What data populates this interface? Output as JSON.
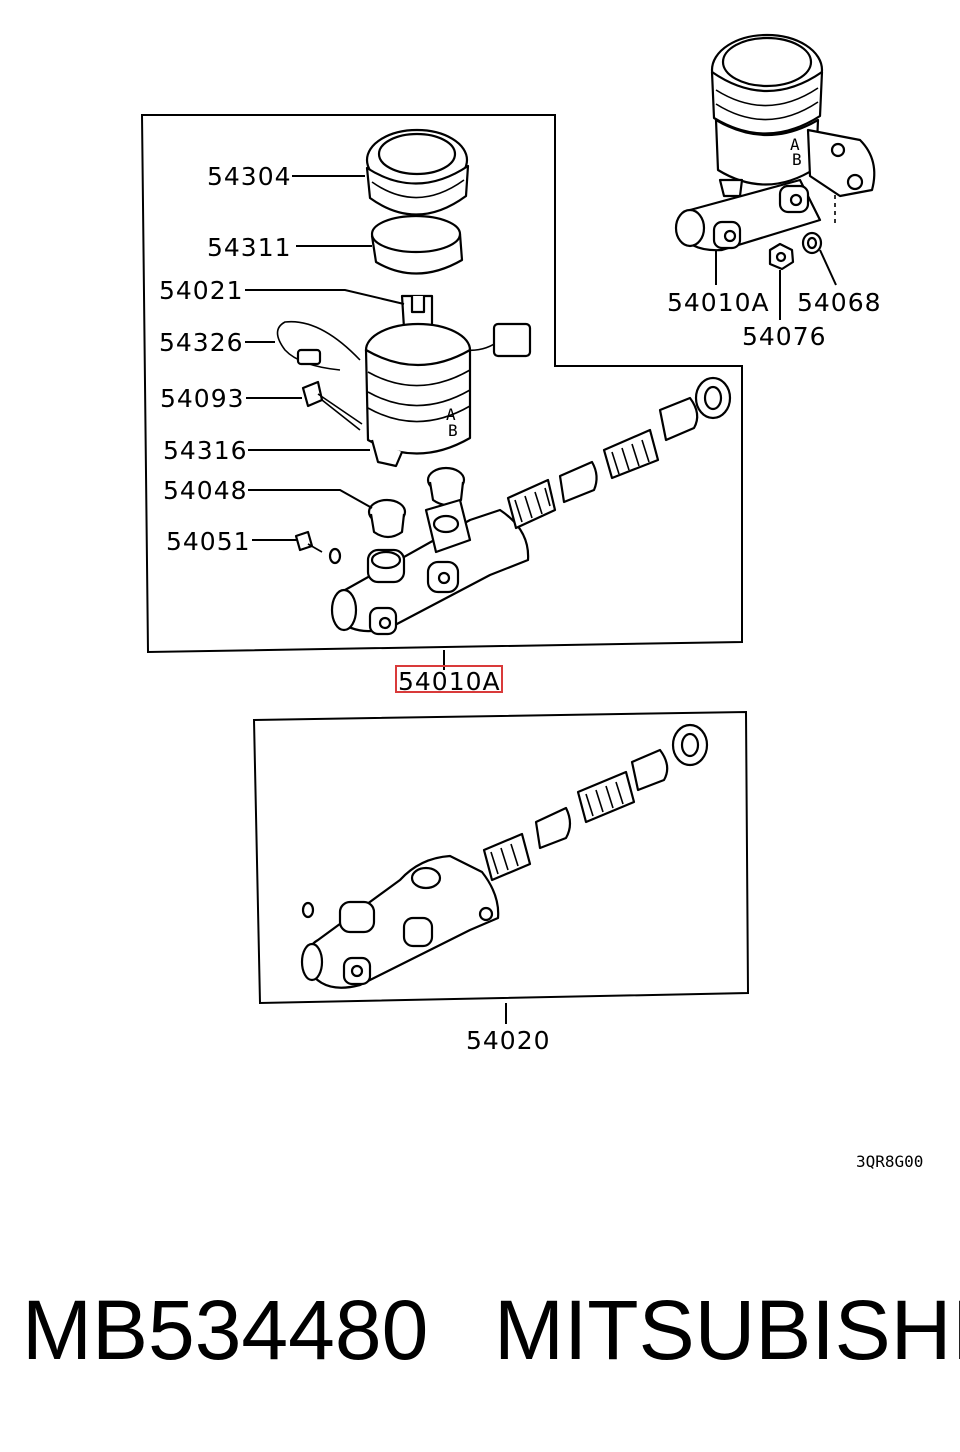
{
  "diagram": {
    "callouts": {
      "c54304": "54304",
      "c54311": "54311",
      "c54021": "54021",
      "c54326": "54326",
      "c54093": "54093",
      "c54316": "54316",
      "c54048": "54048",
      "c54051": "54051",
      "c54010a_main": "54010A",
      "c54010a_inset": "54010A",
      "c54076": "54076",
      "c54068": "54068",
      "c54020": "54020"
    },
    "drawing_code": "3QR8G00",
    "highlight_color": "#d93a3a"
  },
  "footer": {
    "part_number": "MB534480",
    "brand": "MITSUBISHI"
  }
}
